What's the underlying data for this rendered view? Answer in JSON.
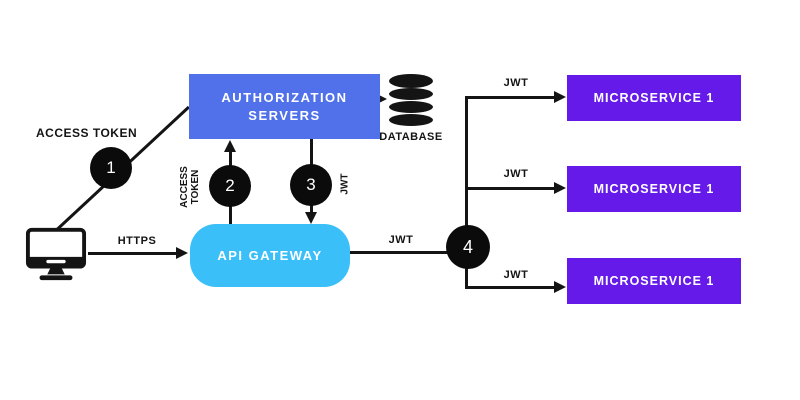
{
  "diagram": {
    "client": {
      "description": "client computer"
    },
    "auth_servers": {
      "label": "AUTHORIZATION SERVERS"
    },
    "database": {
      "label": "DATABASE"
    },
    "api_gateway": {
      "label": "API GATEWAY"
    },
    "microservices": [
      {
        "label": "MICROSERVICE 1"
      },
      {
        "label": "MICROSERVICE 1"
      },
      {
        "label": "MICROSERVICE 1"
      }
    ],
    "steps": [
      {
        "number": "1"
      },
      {
        "number": "2"
      },
      {
        "number": "3"
      },
      {
        "number": "4"
      }
    ],
    "edges": {
      "client_to_auth": {
        "label": "ACCESS TOKEN"
      },
      "client_to_gateway": {
        "label": "HTTPS"
      },
      "gateway_to_auth": {
        "label": "ACCESS TOKEN"
      },
      "auth_to_gateway": {
        "label": "JWT"
      },
      "gateway_to_hub": {
        "label": "JWT"
      },
      "hub_to_microservice_1": {
        "label": "JWT"
      },
      "hub_to_microservice_2": {
        "label": "JWT"
      },
      "hub_to_microservice_3": {
        "label": "JWT"
      }
    },
    "colors": {
      "auth_box": "#5071EA",
      "gateway_box": "#3ABFF8",
      "microservice_box": "#661AEA",
      "line": "#141414",
      "step_circle": "#0B0B0B"
    }
  }
}
